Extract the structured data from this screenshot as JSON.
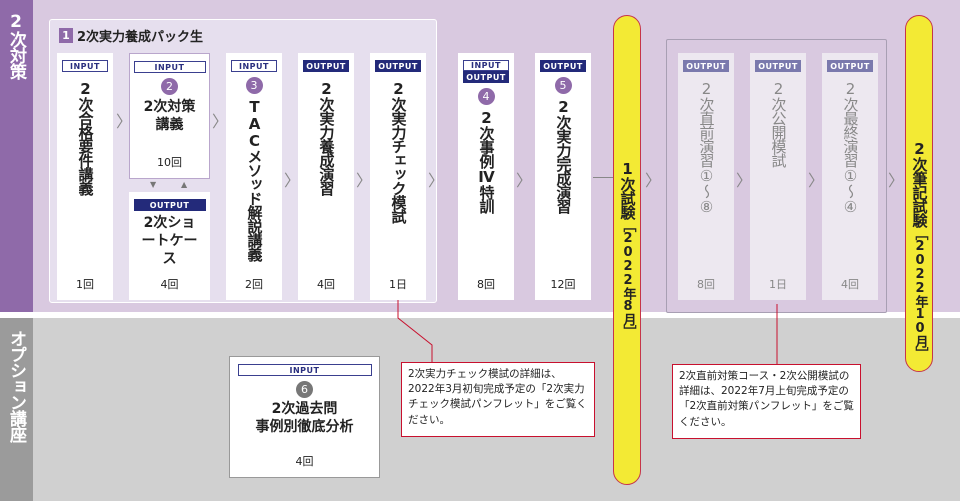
{
  "side_labels": {
    "top": "2次対策",
    "bottom": "オプション講座"
  },
  "pack": {
    "number": "1",
    "title": "2次実力養成パック生"
  },
  "courses": [
    {
      "tag": "INPUT",
      "num": "",
      "title": "2次合格要件講義",
      "count": "1回"
    },
    {
      "tag": "INPUT",
      "num": "2",
      "title": "2次対策講義",
      "count": "10回"
    },
    {
      "tag": "OUTPUT",
      "num": "",
      "title": "2次ショートケース",
      "count": "4回"
    },
    {
      "tag": "INPUT",
      "num": "3",
      "title": "TACメソッド解説講義",
      "count": "2回"
    },
    {
      "tag": "OUTPUT",
      "num": "",
      "title": "2次実力養成演習",
      "count": "4回"
    },
    {
      "tag": "OUTPUT",
      "num": "",
      "title": "2次実力チェック模試",
      "count": "1日"
    },
    {
      "tag": "INPUT",
      "tag2": "OUTPUT",
      "num": "4",
      "title": "2次事例Ⅳ特訓",
      "count": "8回"
    },
    {
      "tag": "OUTPUT",
      "num": "5",
      "title": "2次実力完成演習",
      "count": "12回"
    },
    {
      "tag": "OUTPUT",
      "num": "",
      "title": "2次直前演習①〜⑧",
      "count": "8回"
    },
    {
      "tag": "OUTPUT",
      "num": "",
      "title": "2次公開模試",
      "count": "1日"
    },
    {
      "tag": "OUTPUT",
      "num": "",
      "title": "2次最終演習①〜④",
      "count": "4回"
    }
  ],
  "exams": [
    {
      "title": "1次試験",
      "date": "［2022年8月］"
    },
    {
      "title": "2次筆記試験",
      "date": "［2022年10月］"
    }
  ],
  "option": {
    "tag": "INPUT",
    "num": "6",
    "title_line1": "2次過去問",
    "title_line2": "事例別徹底分析",
    "count": "4回"
  },
  "notes": [
    "2次実力チェック模試の詳細は、2022年3月初旬完成予定の「2次実力チェック模試パンフレット」をご覧ください。",
    "2次直前対策コース・2次公開模試の詳細は、2022年7月上旬完成予定の「2次直前対策パンフレット」をご覧ください。"
  ],
  "arrow_glyph": "〉",
  "swap_glyphs": {
    "down": "▼",
    "up": "▲"
  }
}
